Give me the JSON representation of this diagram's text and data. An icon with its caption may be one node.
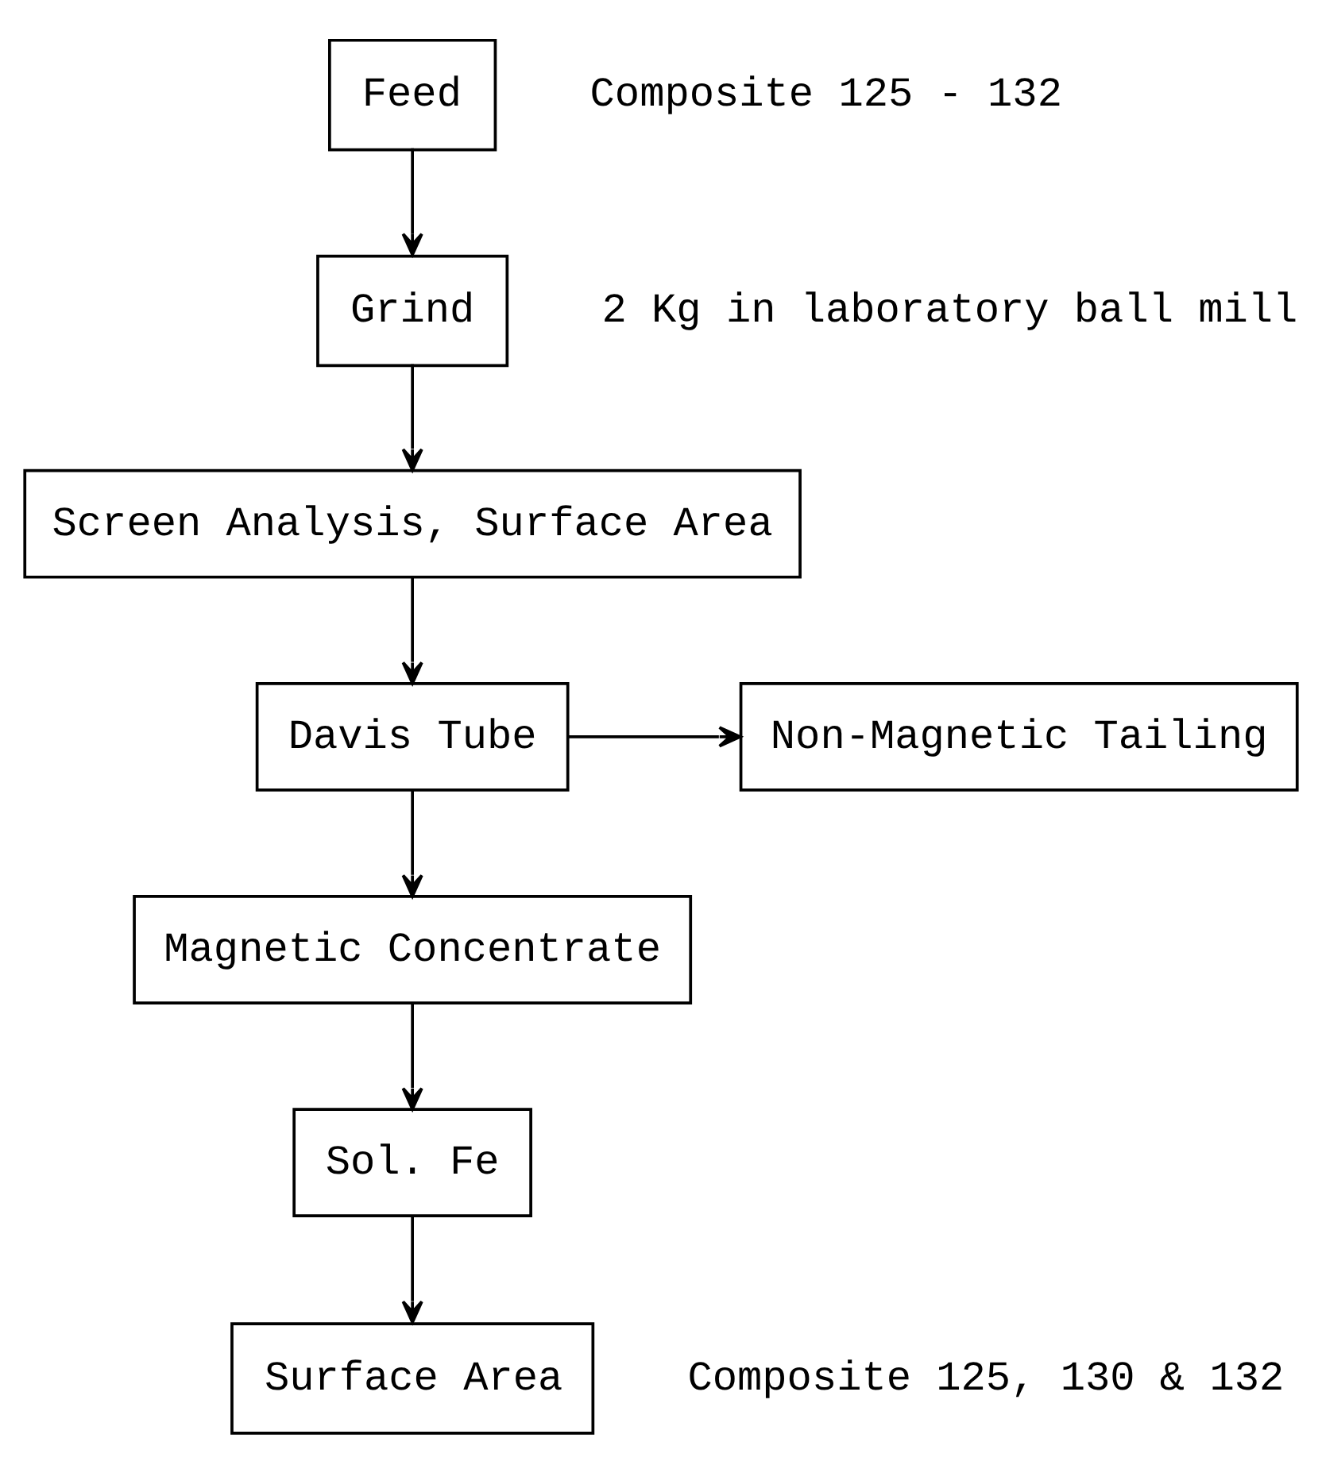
{
  "diagram": {
    "nodes": [
      {
        "text": [
          "Feed"
        ],
        "beside": [
          "Composite 125 - 132"
        ]
      },
      {
        "text": [
          "Grind"
        ],
        "beside": [
          "2 Kg in laboratory ball mill"
        ]
      },
      {
        "text": [
          "Screen Analysis, Surface Area"
        ]
      },
      {
        "text": [
          "Davis Tube"
        ]
      },
      {
        "text": [
          "Non-Magnetic Tailing"
        ]
      },
      {
        "text": [
          "Magnetic Concentrate"
        ]
      },
      {
        "text": [
          "Sol. Fe"
        ]
      },
      {
        "text": [
          "Surface Area"
        ],
        "beside": [
          "Composite 125, 130 & 132"
        ]
      }
    ],
    "edges": [
      {
        "from": 0,
        "to": 1,
        "arrow": "to"
      },
      {
        "from": 1,
        "to": 2,
        "arrow": "to"
      },
      {
        "from": 2,
        "to": 3,
        "arrow": "to"
      },
      {
        "from": 3,
        "to": 4,
        "arrow": "to"
      },
      {
        "from": 3,
        "to": 5,
        "arrow": "to"
      },
      {
        "from": 5,
        "to": 6,
        "arrow": "to"
      },
      {
        "from": 6,
        "to": 7,
        "arrow": "to"
      }
    ]
  }
}
